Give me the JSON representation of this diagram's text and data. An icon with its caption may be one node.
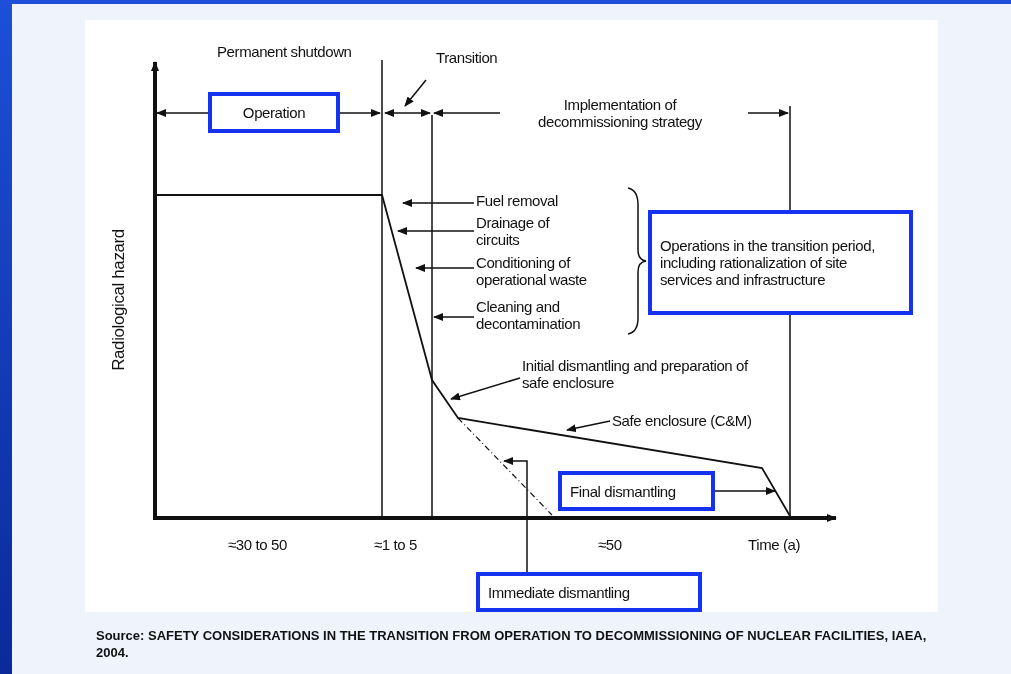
{
  "diagram": {
    "caption": "Source: SAFETY CONSIDERATIONS IN THE TRANSITION FROM OPERATION TO DECOMMISSIONING OF NUCLEAR FACILITIES, IAEA, 2004.",
    "nodes": [
      {
        "text": [
          "Operation"
        ]
      },
      {
        "text": [
          "Transition"
        ]
      },
      {
        "text": [
          "Fuel removal"
        ]
      },
      {
        "text": [
          "Drainage of circuits"
        ]
      },
      {
        "text": [
          "Conditioning of operational waste"
        ]
      },
      {
        "text": [
          "Cleaning and decontamination"
        ]
      },
      {
        "text": [
          "Operations in the transition period, including rationalization of site services and infrastructure"
        ]
      },
      {
        "text": [
          "Initial dismantling and preparation of safe enclosure"
        ]
      },
      {
        "text": [
          "Safe enclosure  (C&M)"
        ]
      },
      {
        "text": [
          "Final dismantling"
        ]
      },
      {
        "text": [
          "Immediate dismantling"
        ]
      }
    ],
    "edges": [
      {
        "from": 1,
        "to": null,
        "arrow": "to"
      },
      {
        "from": 2,
        "to": null,
        "arrow": "to"
      },
      {
        "from": 3,
        "to": null,
        "arrow": "to"
      },
      {
        "from": 4,
        "to": null,
        "arrow": "to"
      },
      {
        "from": 5,
        "to": null,
        "arrow": "to"
      },
      {
        "from": 7,
        "to": null,
        "arrow": "to"
      },
      {
        "from": 8,
        "to": null,
        "arrow": "to"
      },
      {
        "from": 9,
        "to": null,
        "arrow": "to"
      },
      {
        "from": 10,
        "to": null,
        "arrow": "to"
      }
    ],
    "labels": [
      "Permanent shutdown",
      "Implementation of decommissioning strategy",
      "Radiological hazard",
      "≈30 to 50",
      "≈1 to 5",
      "≈50",
      "Time (a)"
    ]
  }
}
